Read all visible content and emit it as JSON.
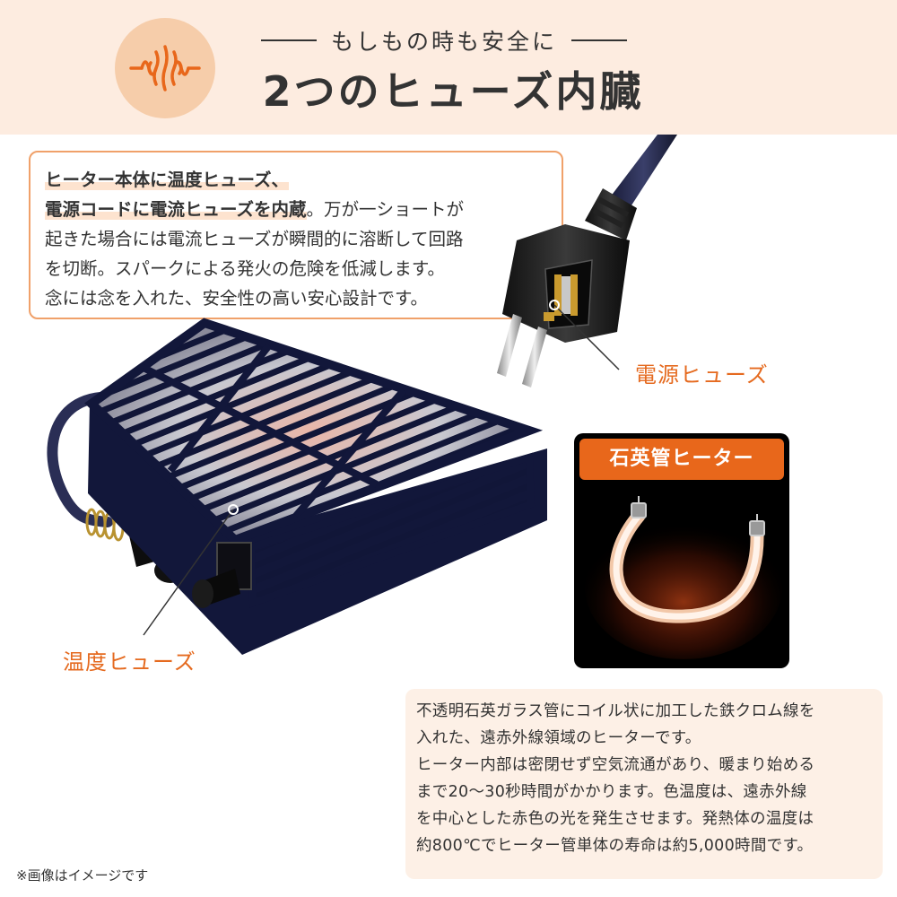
{
  "header": {
    "subtitle": "もしもの時も安全に",
    "title": "2つのヒューズ内臓",
    "badge_icon": "heat-wave-icon",
    "badge_color": "#f6cdaa",
    "background": "#fdece0"
  },
  "description": {
    "line1": "ヒーター本体に温度ヒューズ、",
    "line2_highlight": "電源コードに電流ヒューズを内蔵",
    "line2_rest": "。万が一ショートが",
    "line3": "起きた場合には電流ヒューズが瞬間的に溶断して回路",
    "line4": "を切断。スパークによる発火の危険を低減します。",
    "line5": "念には念を入れた、安全性の高い安心設計です。"
  },
  "labels": {
    "plug_fuse": "電源ヒューズ",
    "thermal_fuse": "温度ヒューズ",
    "quartz_heater": "石英管ヒーター"
  },
  "info": {
    "line1": "不透明石英ガラス管にコイル状に加工した鉄クロム線を",
    "line2": "入れた、遠赤外線領域のヒーターです。",
    "line3": "ヒーター内部は密閉せず空気流通があり、暖まり始める",
    "line4": "まで20〜30秒時間がかかります。色温度は、遠赤外線",
    "line5": "を中心とした赤色の光を発生させます。発熱体の温度は",
    "line6": "約800℃でヒーター管単体の寿命は約5,000時間です。"
  },
  "note": "※画像はイメージです",
  "colors": {
    "accent": "#e8671b",
    "label": "#e56a1f",
    "box_border": "#f0a16a",
    "info_bg": "#fdf0e6"
  }
}
